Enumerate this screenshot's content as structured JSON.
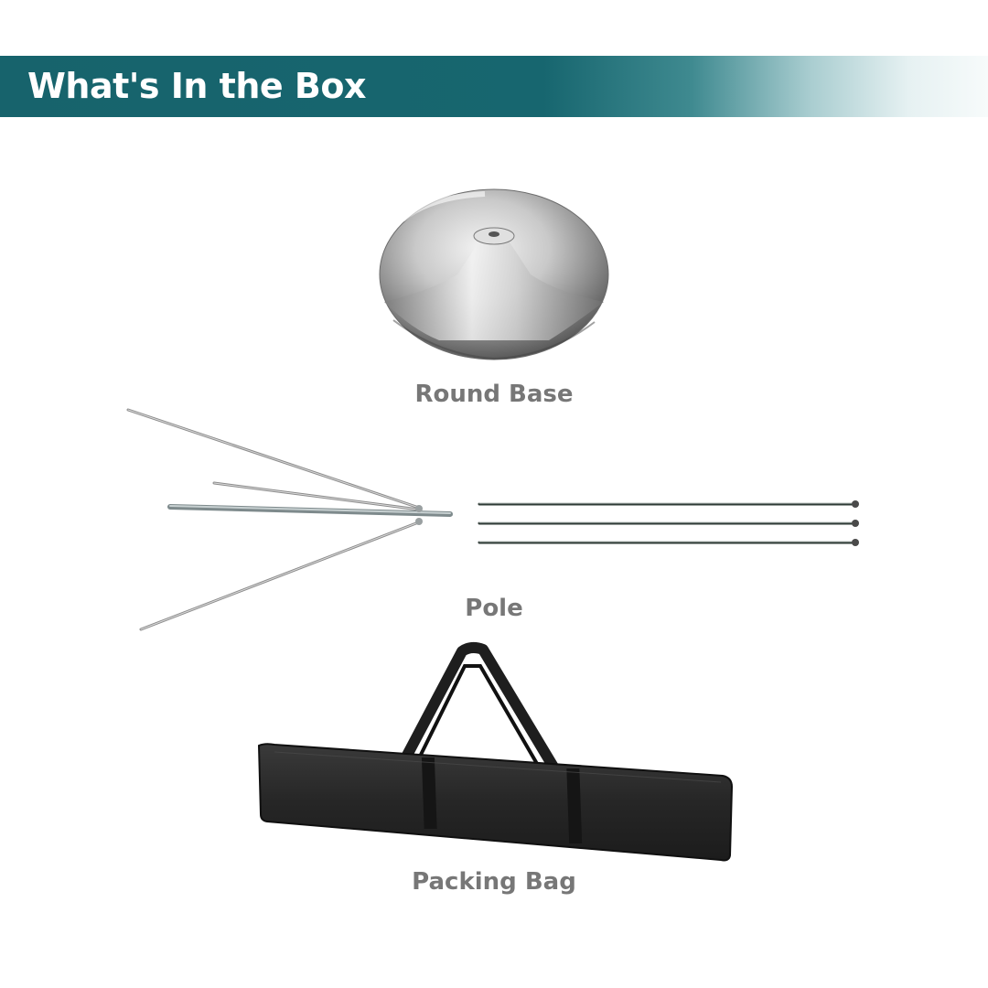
{
  "header": {
    "title": "What's In the Box",
    "background_color": "#17636c",
    "text_color": "#ffffff"
  },
  "items": [
    {
      "label": "Round Base",
      "icon": "round-base-picture"
    },
    {
      "label": "Pole",
      "icon": "pole-picture"
    },
    {
      "label": "Packing Bag",
      "icon": "packing-bag-picture"
    }
  ],
  "colors": {
    "label_text": "#777777",
    "background": "#ffffff"
  }
}
